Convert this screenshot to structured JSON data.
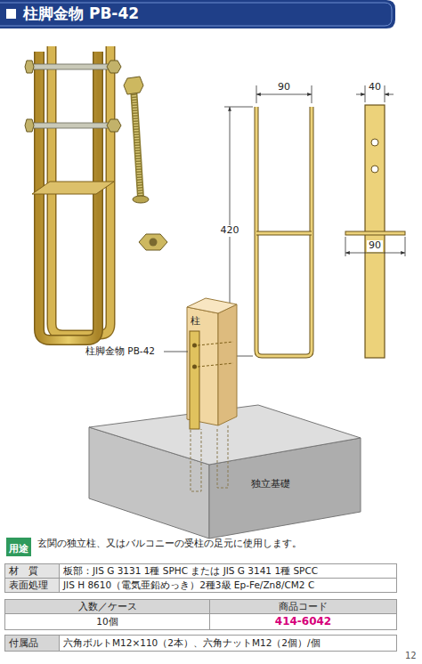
{
  "diagram": {
    "title": "柱脚金物 PB-42",
    "nodes": [
      {
        "text": [
          "用途"
        ]
      }
    ],
    "labels": [
      "90",
      "40",
      "420",
      "90",
      "柱",
      "柱脚金物 PB-42",
      "独立基礎",
      "玄関の独立柱、又はバルコニーの受柱の足元に使用します。",
      "材　質",
      "板部：JIS G 3131 1種 SPHC または JIS G 3141 1種 SPCC",
      "表面処理",
      "JIS H 8610（電気亜鉛めっき）2種3級 Ep-Fe/Zn8/CM2 C",
      "入数／ケース",
      "商品コード",
      "10個",
      "414-6042",
      "付属品",
      "六角ボルトM12×110（2本）、六角ナットM12（2個）/個",
      "12"
    ]
  }
}
